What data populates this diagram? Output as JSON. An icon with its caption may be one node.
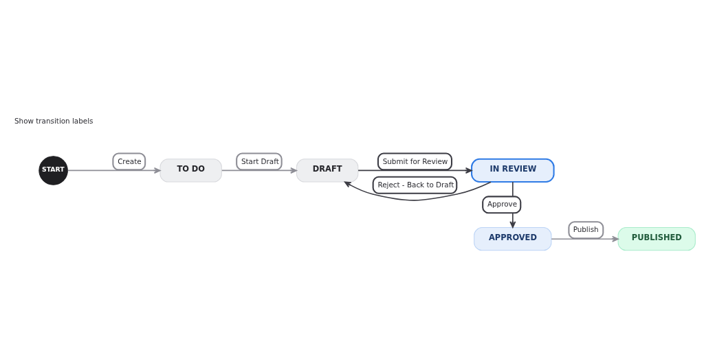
{
  "diagram": {
    "nodes": [
      {
        "text": [
          "START"
        ]
      },
      {
        "text": [
          "TO DO"
        ]
      },
      {
        "text": [
          "DRAFT"
        ]
      },
      {
        "text": [
          "IN REVIEW"
        ]
      },
      {
        "text": [
          "APPROVED"
        ]
      },
      {
        "text": [
          "PUBLISHED"
        ]
      }
    ],
    "edges": [
      {
        "from": 0,
        "to": 1,
        "arrow": "to",
        "label": "Create",
        "color": "#8e8e96"
      },
      {
        "from": 1,
        "to": 2,
        "arrow": "to",
        "label": "Start Draft",
        "color": "#8e8e96"
      },
      {
        "from": 2,
        "to": 3,
        "arrow": "to",
        "label": "Submit for Review"
      },
      {
        "from": 3,
        "to": 2,
        "arrow": "to",
        "label": "Reject - Back to Draft"
      },
      {
        "from": 3,
        "to": 4,
        "arrow": "to",
        "label": "Approve"
      },
      {
        "from": 4,
        "to": 5,
        "arrow": "to",
        "label": "Publish",
        "color": "#8e8e96"
      }
    ],
    "labels": [
      "Show transition labels"
    ]
  }
}
